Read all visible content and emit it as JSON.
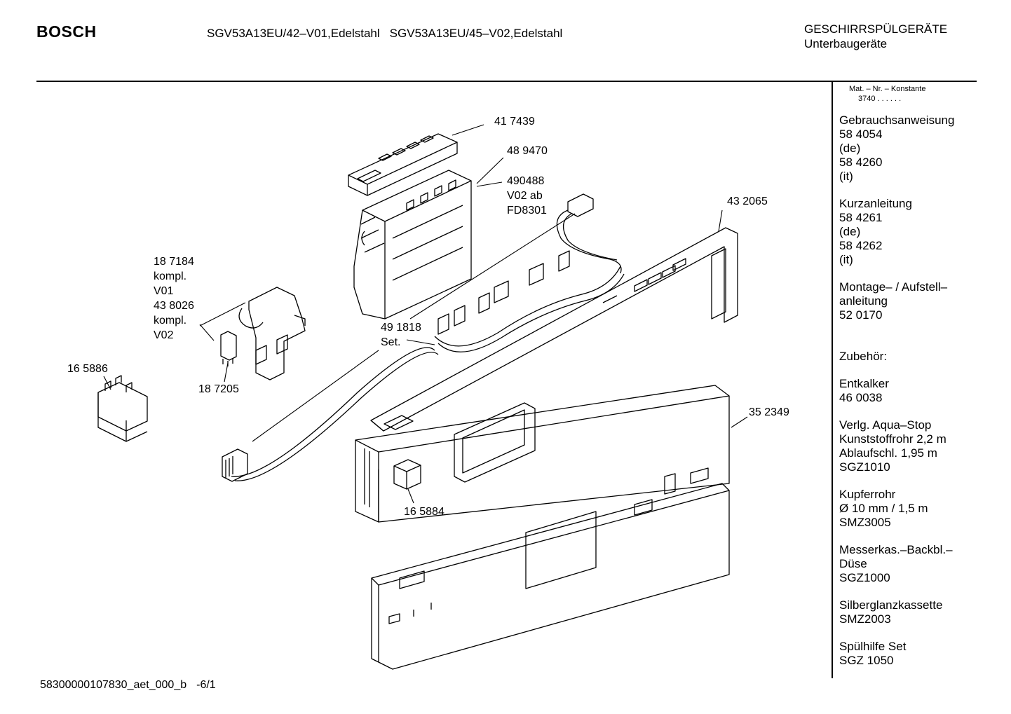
{
  "header": {
    "brand": "BOSCH",
    "model_1": "SGV53A13EU/42–V01,Edelstahl",
    "model_2": "SGV53A13EU/45–V02,Edelstahl",
    "category_line1": "GESCHIRRSPÜLGERÄTE",
    "category_line2": "Unterbaugeräte"
  },
  "sidebar": {
    "matnr_title": "Mat. – Nr. – Konstante",
    "matnr_value": "3740  .  .  .  .  .  .",
    "sections": [
      {
        "lines": [
          "Gebrauchsanweisung",
          "58 4054",
          "(de)",
          "58 4260",
          "(it)"
        ]
      },
      {
        "lines": [
          "Kurzanleitung",
          "58 4261",
          "(de)",
          "58 4262",
          "(it)"
        ]
      },
      {
        "lines": [
          "Montage– / Aufstell–",
          "anleitung",
          "52 0170"
        ]
      },
      {
        "lines": [
          "",
          "Zubehör:"
        ]
      },
      {
        "lines": [
          "Entkalker",
          "46 0038"
        ]
      },
      {
        "lines": [
          "Verlg. Aqua–Stop",
          "Kunststoffrohr 2,2 m",
          "Ablaufschl. 1,95 m",
          "SGZ1010"
        ]
      },
      {
        "lines": [
          "Kupferrohr",
          "Ø 10 mm / 1,5 m",
          "SMZ3005"
        ]
      },
      {
        "lines": [
          "Messerkas.–Backbl.–",
          "Düse",
          "SGZ1000"
        ]
      },
      {
        "lines": [
          "Silberglanzkassette",
          "SMZ2003"
        ]
      },
      {
        "lines": [
          "Spülhilfe Set",
          "SGZ 1050"
        ]
      }
    ]
  },
  "parts": {
    "p417439": "41 7439",
    "p489470": "48 9470",
    "p490488": [
      "490488",
      "V02 ab",
      "FD8301"
    ],
    "p432065": "43 2065",
    "p187184": [
      "18 7184",
      "kompl.",
      "V01",
      "43 8026",
      "kompl.",
      "V02"
    ],
    "p491818": [
      "49 1818",
      "Set."
    ],
    "p165886": "16 5886",
    "p187205": "18 7205",
    "p352349": "35 2349",
    "p165884": "16 5884"
  },
  "footer": {
    "doc_id": "58300000107830_aet_000_b",
    "page": "-6/1"
  }
}
